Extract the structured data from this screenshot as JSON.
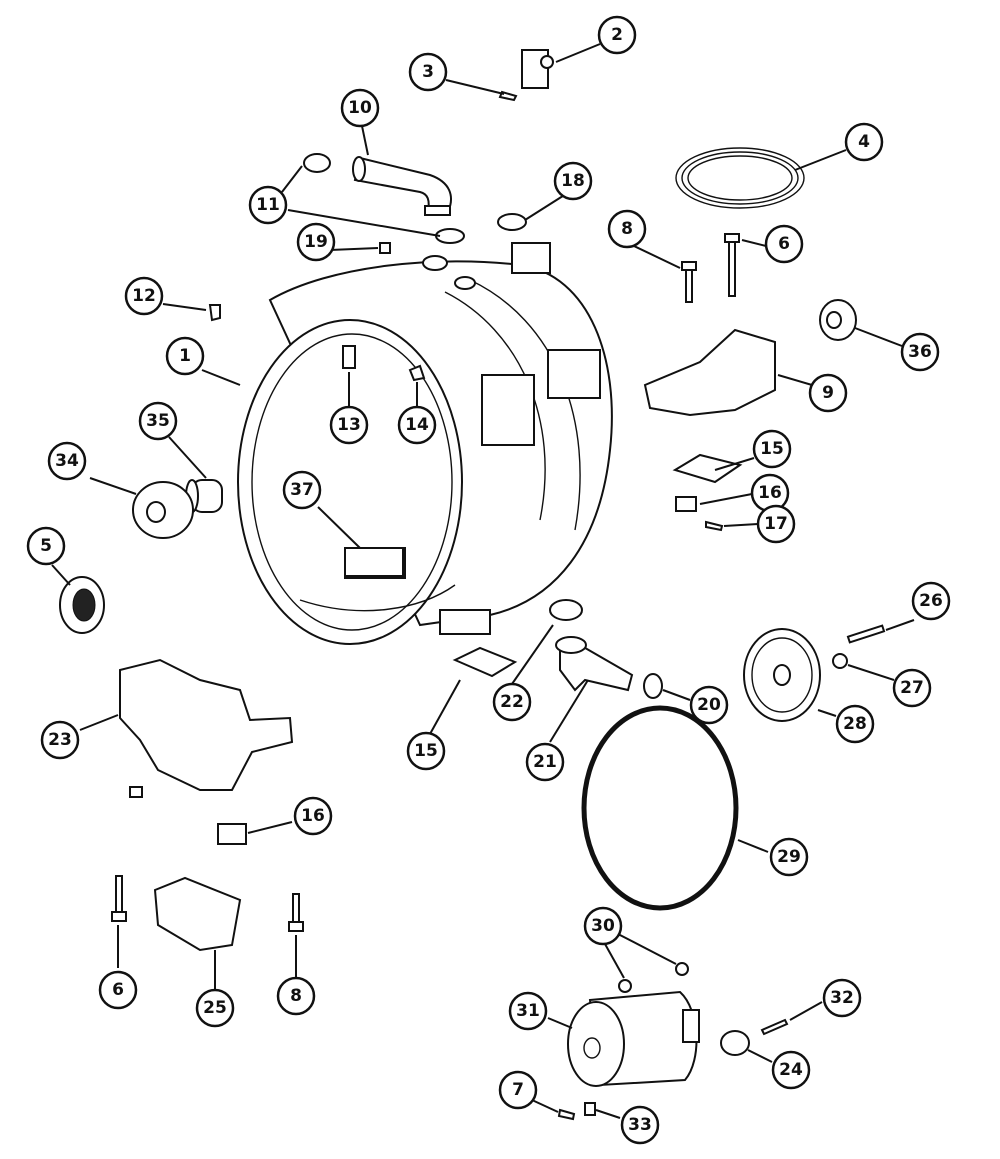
{
  "callouts": [
    {
      "id": "c2",
      "label": "2"
    },
    {
      "id": "c3",
      "label": "3"
    },
    {
      "id": "c10",
      "label": "10"
    },
    {
      "id": "c4",
      "label": "4"
    },
    {
      "id": "c18",
      "label": "18"
    },
    {
      "id": "c11",
      "label": "11"
    },
    {
      "id": "c8a",
      "label": "8"
    },
    {
      "id": "c6a",
      "label": "6"
    },
    {
      "id": "c19",
      "label": "19"
    },
    {
      "id": "c12",
      "label": "12"
    },
    {
      "id": "c36",
      "label": "36"
    },
    {
      "id": "c1",
      "label": "1"
    },
    {
      "id": "c9",
      "label": "9"
    },
    {
      "id": "c35",
      "label": "35"
    },
    {
      "id": "c13",
      "label": "13"
    },
    {
      "id": "c14",
      "label": "14"
    },
    {
      "id": "c15a",
      "label": "15"
    },
    {
      "id": "c34",
      "label": "34"
    },
    {
      "id": "c16a",
      "label": "16"
    },
    {
      "id": "c37",
      "label": "37"
    },
    {
      "id": "c17",
      "label": "17"
    },
    {
      "id": "c5",
      "label": "5"
    },
    {
      "id": "c26",
      "label": "26"
    },
    {
      "id": "c27",
      "label": "27"
    },
    {
      "id": "c22",
      "label": "22"
    },
    {
      "id": "c20",
      "label": "20"
    },
    {
      "id": "c28",
      "label": "28"
    },
    {
      "id": "c23",
      "label": "23"
    },
    {
      "id": "c15b",
      "label": "15"
    },
    {
      "id": "c21",
      "label": "21"
    },
    {
      "id": "c16b",
      "label": "16"
    },
    {
      "id": "c29",
      "label": "29"
    },
    {
      "id": "c30",
      "label": "30"
    },
    {
      "id": "c6b",
      "label": "6"
    },
    {
      "id": "c8b",
      "label": "8"
    },
    {
      "id": "c25",
      "label": "25"
    },
    {
      "id": "c31",
      "label": "31"
    },
    {
      "id": "c32",
      "label": "32"
    },
    {
      "id": "c24",
      "label": "24"
    },
    {
      "id": "c7",
      "label": "7"
    },
    {
      "id": "c33",
      "label": "33"
    }
  ]
}
